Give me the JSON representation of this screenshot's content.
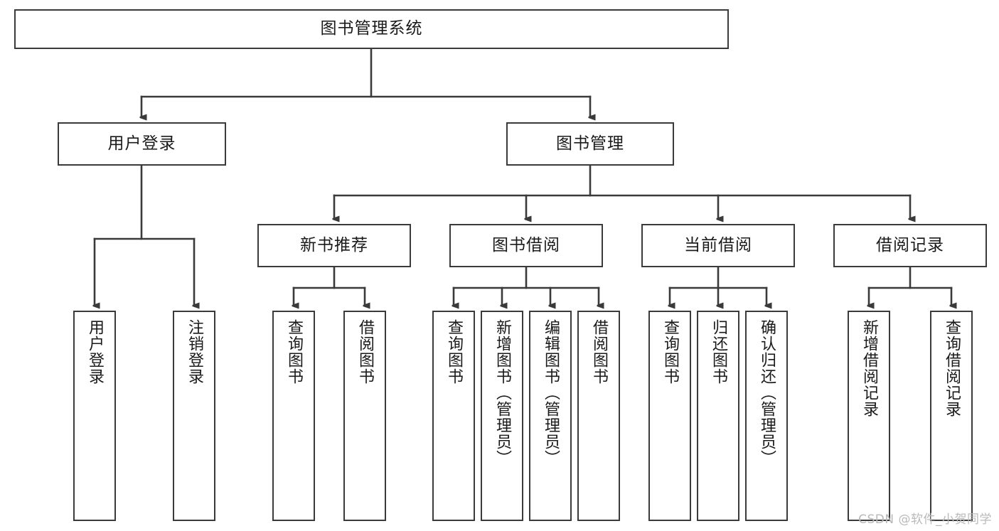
{
  "diagram": {
    "title": "图书管理系统",
    "type": "tree-hierarchy",
    "orientation": "top-down",
    "colors": {
      "box_border": "#3a3a3a",
      "box_fill": "#ffffff",
      "edge": "#3a3a3a",
      "text": "#1a1a1a",
      "watermark": "#b9b9b9",
      "background": "#ffffff"
    }
  },
  "root": {
    "label": "图书管理系统"
  },
  "level2": [
    {
      "id": "user-login",
      "label": "用户登录"
    },
    {
      "id": "book-management",
      "label": "图书管理"
    }
  ],
  "level3": [
    {
      "id": "new-book-recommend",
      "label": "新书推荐"
    },
    {
      "id": "book-borrow",
      "label": "图书借阅"
    },
    {
      "id": "current-borrow",
      "label": "当前借阅"
    },
    {
      "id": "borrow-record",
      "label": "借阅记录"
    }
  ],
  "leaves": {
    "user_login": [
      {
        "id": "leaf-user-login",
        "label": "用户登录"
      },
      {
        "id": "leaf-logout-login",
        "label": "注销登录"
      }
    ],
    "new_book_recommend": [
      {
        "id": "leaf-query-book-1",
        "label": "查询图书"
      },
      {
        "id": "leaf-borrow-book-1",
        "label": "借阅图书"
      }
    ],
    "book_borrow": [
      {
        "id": "leaf-query-book-2",
        "label": "查询图书"
      },
      {
        "id": "leaf-add-book-admin",
        "label": "新增图书（管理员）"
      },
      {
        "id": "leaf-edit-book-admin",
        "label": "编辑图书（管理员）"
      },
      {
        "id": "leaf-borrow-book-2",
        "label": "借阅图书"
      }
    ],
    "current_borrow": [
      {
        "id": "leaf-query-book-3",
        "label": "查询图书"
      },
      {
        "id": "leaf-return-book",
        "label": "归还图书"
      },
      {
        "id": "leaf-confirm-return-admin",
        "label": "确认归还（管理员）"
      }
    ],
    "borrow_record": [
      {
        "id": "leaf-add-borrow-record",
        "label": "新增借阅记录"
      },
      {
        "id": "leaf-query-borrow-record",
        "label": "查询借阅记录"
      }
    ]
  },
  "watermark": {
    "text": "CSDN @软件_小贺同学"
  }
}
